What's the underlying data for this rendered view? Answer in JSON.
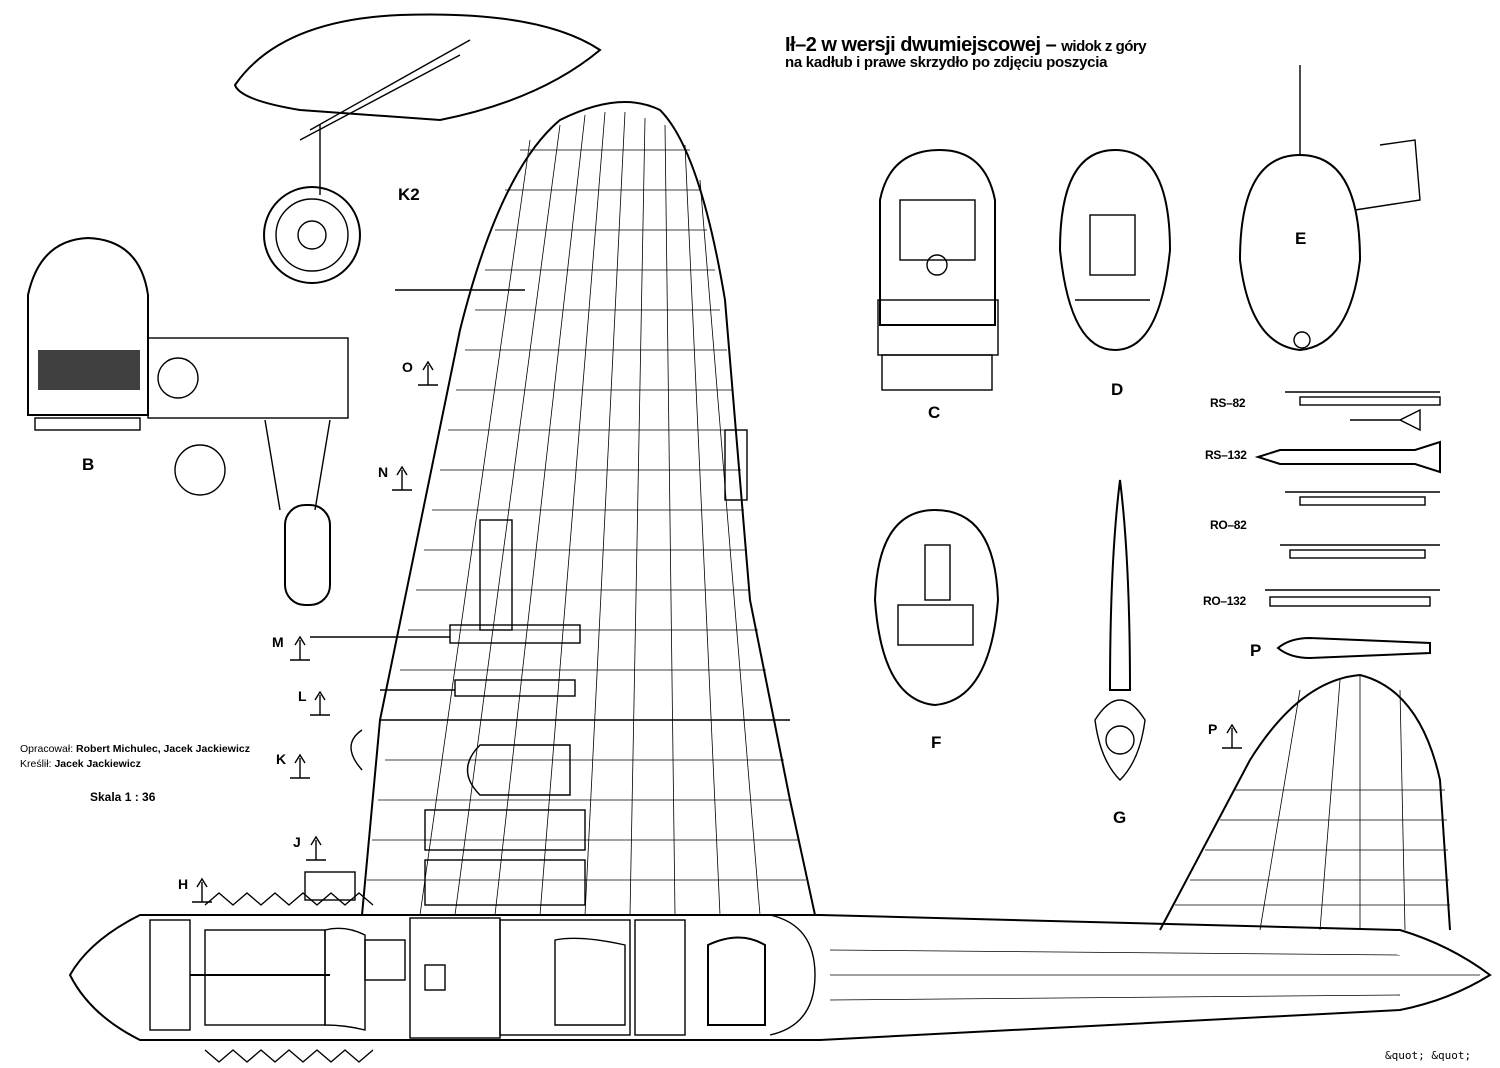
{
  "title": {
    "main": "Ił–2 w wersji dwumiejscowej",
    "dash": "–",
    "main_suffix": "widok z góry",
    "line2": "na kadłub i prawe skrzydło po zdjęciu  poszycia"
  },
  "credits": {
    "prepared_label": "Opracował:",
    "prepared_by": "Robert Michulec, Jacek Jackiewicz",
    "drawn_label": "Kreślił:",
    "drawn_by": "Jacek Jackiewicz"
  },
  "scale": "Skala 1 : 36",
  "section_labels": {
    "K2": "K2",
    "B": "B",
    "C": "C",
    "D": "D",
    "E": "E",
    "F": "F",
    "G": "G",
    "P": "P"
  },
  "section_markers": [
    "O",
    "N",
    "M",
    "L",
    "K",
    "J",
    "H",
    "P"
  ],
  "weapons": {
    "rs82": "RS–82",
    "rs132": "RS–132",
    "ro82": "RO–82",
    "ro132": "RO–132"
  },
  "corner_text": "&quot; &quot;"
}
